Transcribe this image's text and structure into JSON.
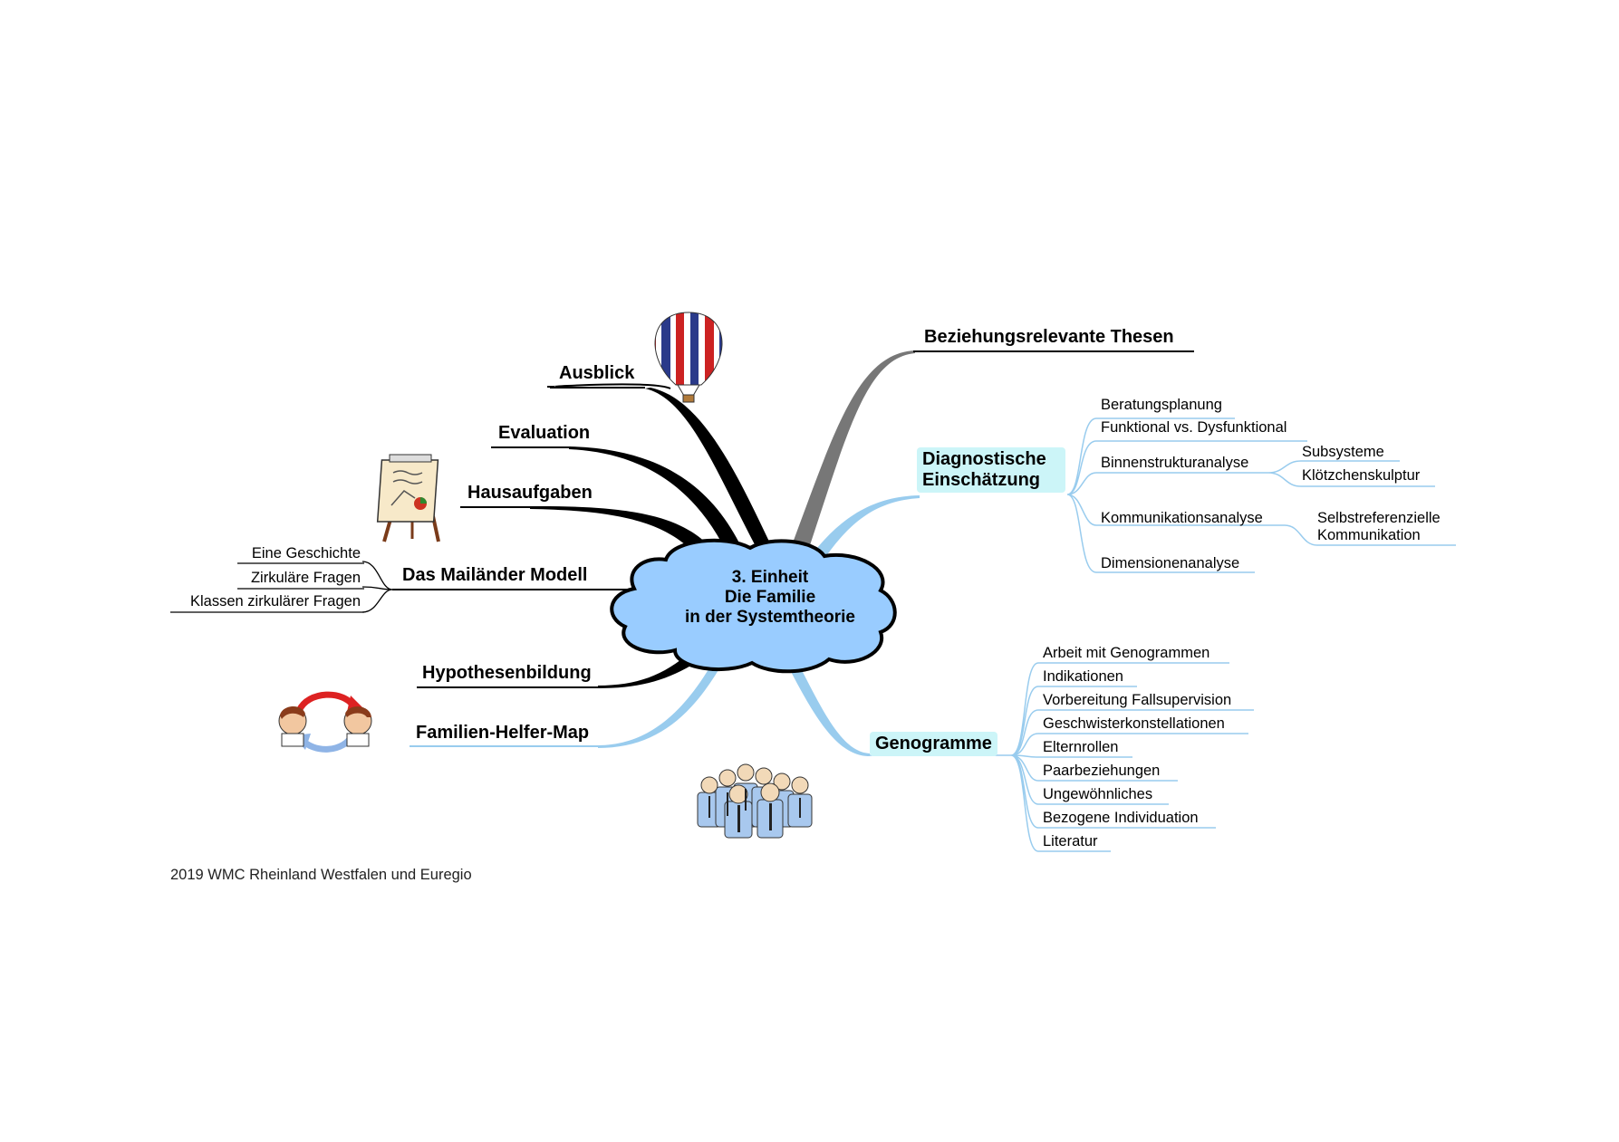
{
  "center": {
    "line1": "3. Einheit",
    "line2": "Die Familie",
    "line3": "in der Systemtheorie"
  },
  "left": {
    "ausblick": "Ausblick",
    "evaluation": "Evaluation",
    "hausaufgaben": "Hausaufgaben",
    "mailaender": {
      "label": "Das Mailänder Modell",
      "children": [
        "Eine Geschichte",
        "Zirkuläre Fragen",
        "Klassen zirkulärer Fragen"
      ]
    },
    "hypothesen": "Hypothesenbildung",
    "familien_helfer": "Familien-Helfer-Map"
  },
  "right": {
    "beziehung": "Beziehungsrelevante Thesen",
    "diagnostisch": {
      "line1": "Diagnostische",
      "line2": "Einschätzung",
      "children": [
        {
          "label": "Beratungsplanung"
        },
        {
          "label": "Funktional vs. Dysfunktional"
        },
        {
          "label": "Binnenstrukturanalyse",
          "children": [
            "Subsysteme",
            "Klötzchenskulptur"
          ]
        },
        {
          "label": "Kommunikationsanalyse",
          "children": [
            "Selbstreferenzielle",
            "Kommunikation"
          ]
        },
        {
          "label": "Dimensionenanalyse"
        }
      ]
    },
    "genogramme": {
      "label": "Genogramme",
      "children": [
        "Arbeit mit Genogrammen",
        "Indikationen",
        "Vorbereitung Fallsupervision",
        "Geschwisterkonstellationen",
        "Elternrollen",
        "Paarbeziehungen",
        "Ungewöhnliches",
        "Bezogene Individuation",
        "Literatur"
      ]
    }
  },
  "icons": [
    "hot-air-balloon-icon",
    "flipchart-icon",
    "circular-communication-icon",
    "people-group-icon"
  ],
  "footer": "2019 WMC Rheinland Westfalen und Euregio",
  "colors": {
    "cloud_fill": "#99ccff",
    "light_blue": "#99ccee",
    "highlight": "#ccf5f8",
    "gray": "#777777"
  }
}
